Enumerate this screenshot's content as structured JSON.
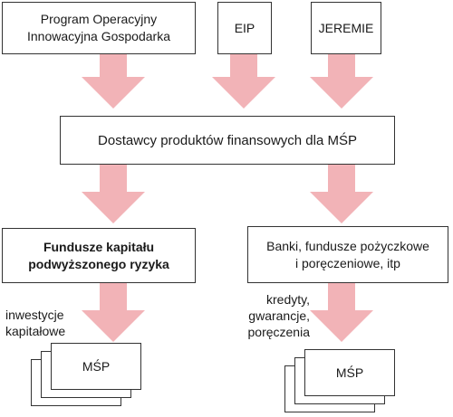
{
  "top_boxes": {
    "po_ig": "Program Operacyjny\nInnowacyjna Gospodarka",
    "eip": "EIP",
    "jeremie": "JEREMIE"
  },
  "middle_box": "Dostawcy produktów finansowych dla MŚP",
  "left_box": "Fundusze kapitału\npodwyższonego ryzyka",
  "right_box": "Banki, fundusze pożyczkowe\ni poręczeniowe, itp",
  "left_label": "inwestycje\nkapitałowe",
  "right_label": "kredyty,\ngwarancje,\nporęczenia",
  "left_stack": "MŚP",
  "right_stack": "MŚP",
  "colors": {
    "arrow_fill": "#f2b3b7",
    "border": "#333333"
  }
}
